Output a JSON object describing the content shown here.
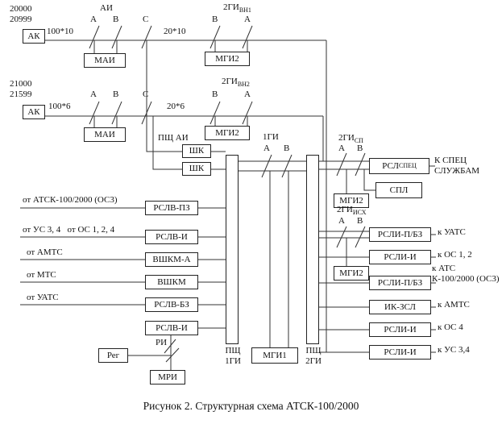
{
  "caption": "Рисунок 2. Структурная схема АТСК-100/2000",
  "letters": {
    "a": "А",
    "b": "В",
    "c": "С"
  },
  "ranges": {
    "r1": "20000\n20999",
    "r2": "21000\n21599"
  },
  "capacities": {
    "c1": "100*10",
    "c2": "20*10",
    "c3": "100*6",
    "c4": "20*6"
  },
  "stages": {
    "ai": "АИ",
    "gi1": "1ГИ",
    "gi2vn1": {
      "main": "2ГИ",
      "sub": "ВН1"
    },
    "gi2vn2": {
      "main": "2ГИ",
      "sub": "ВН2"
    },
    "gi2sp": {
      "main": "2ГИ",
      "sub": "СП"
    },
    "gi2isx": {
      "main": "2ГИ",
      "sub": "ИСХ"
    },
    "pshai": "ПЩ АИ",
    "psh1gi": "ПЩ\n1ГИ",
    "psh2gi": "ПЩ\n2ГИ",
    "ri": "РИ"
  },
  "boxes": {
    "ak": "АК",
    "mai": "МАИ",
    "mgi2": "МГИ2",
    "shk": "ШК",
    "rslv_pz": "РСЛВ-ПЗ",
    "rslv_i": "РСЛВ-И",
    "vshkm_a": "ВШКМ-А",
    "vshkm": "ВШКМ",
    "rslv_bz": "РСЛВ-БЗ",
    "reg": "Рег",
    "mri": "МРИ",
    "mgi1": "МГИ1",
    "rsl_spec": {
      "main": "РСЛ",
      "sub": "СПЕЦ"
    },
    "spl": "СПЛ",
    "rsli_pbz": "РСЛИ-П/БЗ",
    "rsli_i": "РСЛИ-И",
    "ik_zsl": "ИК-ЗСЛ"
  },
  "inputs": {
    "atsk": "от АТСК-100/2000 (ОС3)",
    "us_os": "от УС 3, 4   от ОС 1, 2, 4",
    "amts": "от АМТС",
    "mts": "от МТС",
    "uats": "от УАТС"
  },
  "outputs": {
    "spec": "К СПЕЦ\nСЛУЖБАМ",
    "uats": "к УАТС",
    "os12": "к ОС 1, 2",
    "atc": "к АТС\nК-100/2000 (ОС3)",
    "amts": "к АМТС",
    "os4": "к ОС 4",
    "us34": "к УС 3,4"
  }
}
